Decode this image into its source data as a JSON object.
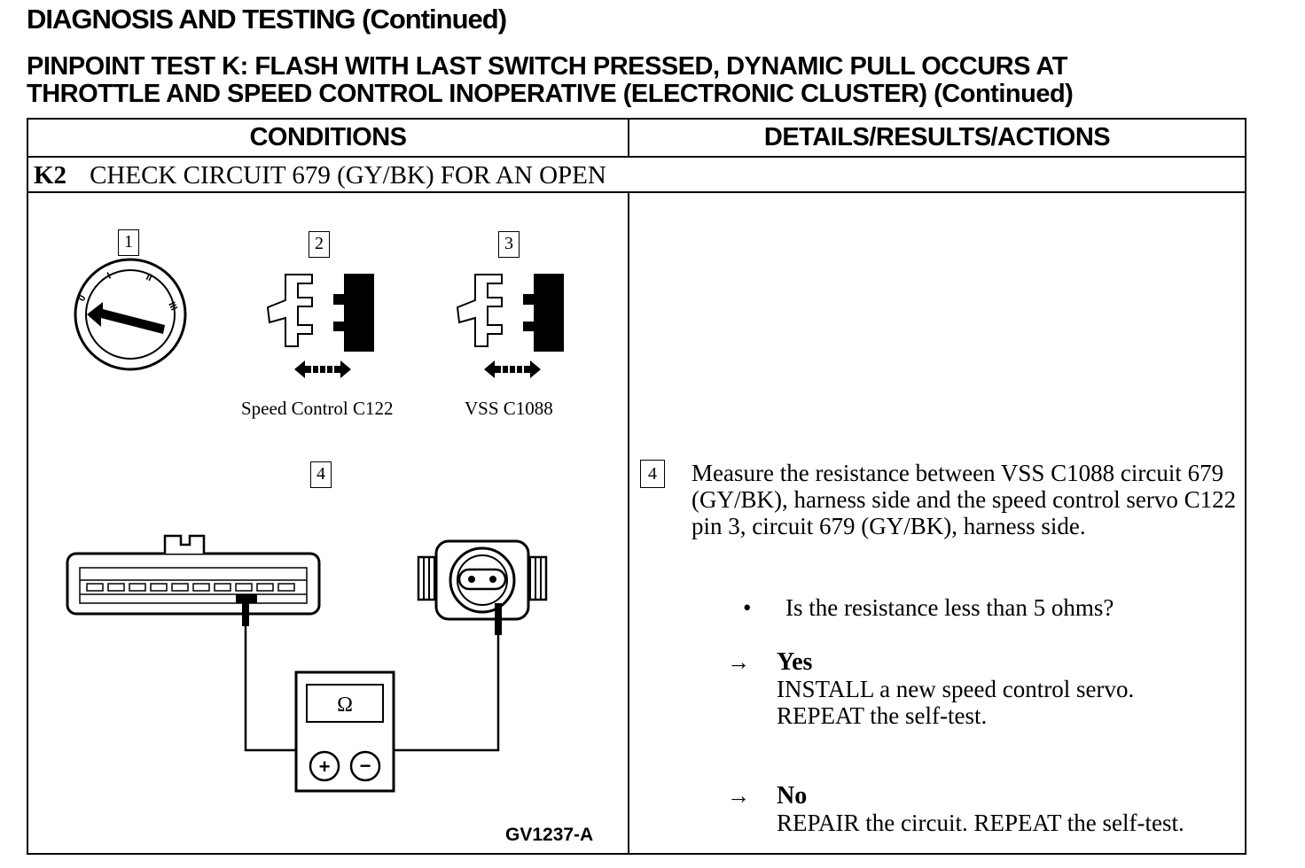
{
  "header": {
    "title": "DIAGNOSIS AND TESTING (Continued)",
    "subtitle_line1": "PINPOINT TEST K: FLASH WITH LAST SWITCH PRESSED, DYNAMIC PULL OCCURS AT",
    "subtitle_line2": "THROTTLE AND SPEED CONTROL INOPERATIVE (ELECTRONIC CLUSTER) (Continued)"
  },
  "table": {
    "col_conditions": "CONDITIONS",
    "col_details": "DETAILS/RESULTS/ACTIONS",
    "step_id": "K2",
    "step_title": "CHECK CIRCUIT 679 (GY/BK) FOR AN OPEN"
  },
  "figure": {
    "box1": "1",
    "box2": "2",
    "box3": "3",
    "box4": "4",
    "ignition_marks": [
      "0",
      "I",
      "II",
      "III"
    ],
    "caption_c122": "Speed Control C122",
    "caption_c1088": "VSS C1088",
    "meter_symbol": "Ω",
    "plus": "+",
    "minus": "−",
    "figure_code": "GV1237-A"
  },
  "details": {
    "step_num": "4",
    "instruction": "Measure the resistance between VSS C1088 circuit 679 (GY/BK), harness side and the speed control servo C122 pin 3, circuit 679 (GY/BK), harness side.",
    "question": "Is the resistance less than 5 ohms?",
    "arrow": "→",
    "yes_label": "Yes",
    "yes_line1": "INSTALL a new speed control servo.",
    "yes_line2": "REPEAT the self-test.",
    "no_label": "No",
    "no_line1": "REPAIR the circuit. REPEAT the self-test."
  }
}
